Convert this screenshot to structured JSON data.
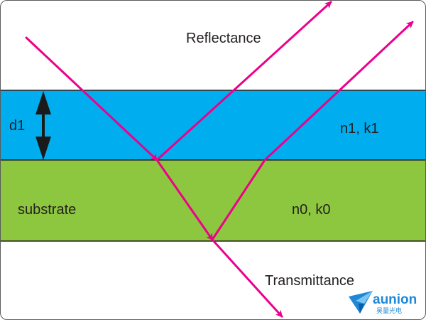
{
  "labels": {
    "reflectance": "Reflectance",
    "transmittance": "Transmittance",
    "thickness": "d1",
    "film_constants": "n1, k1",
    "substrate": "substrate",
    "substrate_constants": "n0, k0"
  },
  "logo": {
    "name": "aunion",
    "subtitle": "昊量光电",
    "icon": "paper-plane-icon"
  },
  "colors": {
    "film_layer": "#00aeef",
    "substrate_layer": "#8dc63f",
    "ray": "#ec008c",
    "thickness_arrow": "#1a1a1a",
    "logo_blue": "#1e88d8"
  }
}
